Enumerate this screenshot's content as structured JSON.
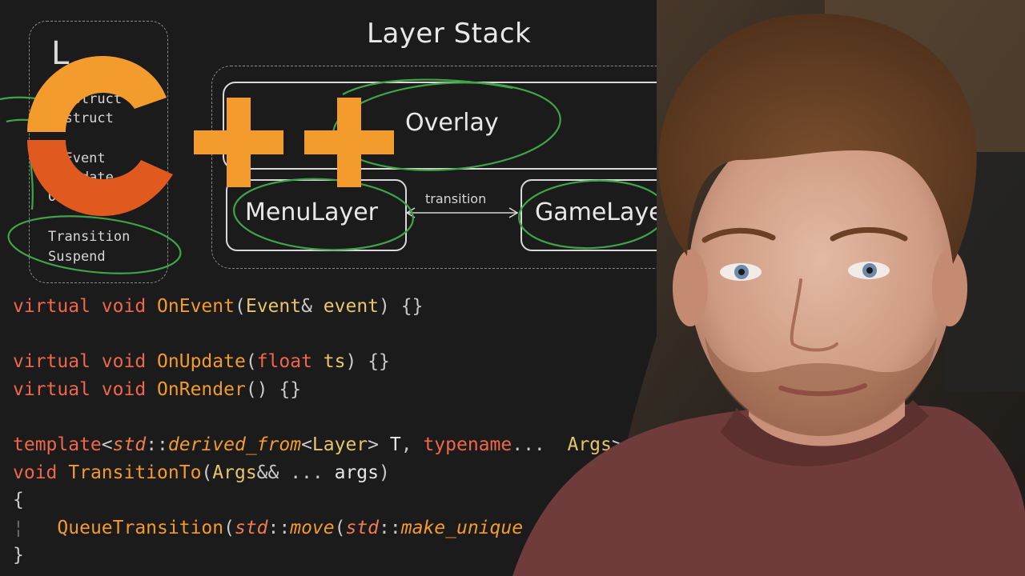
{
  "diagram": {
    "title": "Layer Stack",
    "panel_heading": "L",
    "methods": [
      "construct",
      "destruct",
      "OnEvent",
      "OnUpdate",
      "OnRender",
      "Transition",
      "Suspend"
    ],
    "overlay": "Overlay",
    "menu_layer": "MenuLayer",
    "game_layer": "GameLayer",
    "transition": "transition"
  },
  "logo": {
    "icon": "cpp-logo-icon",
    "colors": {
      "light": "#f39c2d",
      "dark": "#e05a1f"
    }
  },
  "code": {
    "l1": {
      "kw1": "virtual",
      "kw2": "void",
      "fn": "OnEvent",
      "p1": "(",
      "ty": "Event",
      "p2": "& ",
      "id": "event",
      "p3": ") {}"
    },
    "l3": {
      "kw1": "virtual",
      "kw2": "void",
      "fn": "OnUpdate",
      "p1": "(",
      "kw3": "float",
      "id": "ts",
      "p2": ") {}"
    },
    "l4": {
      "kw1": "virtual",
      "kw2": "void",
      "fn": "OnRender",
      "p1": "() {}"
    },
    "l6": {
      "kw1": "template",
      "p1": "<",
      "ns": "std",
      "p2": "::",
      "it": "derived_from",
      "p3": "<",
      "ty": "Layer",
      "p4": "> ",
      "id": "T",
      "p5": ", ",
      "kw2": "typename",
      "p6": "... ",
      "ty2": "Args",
      "p7": ">"
    },
    "l7": {
      "kw1": "void",
      "fn": "TransitionTo",
      "p1": "(",
      "ty": "Args",
      "p2": "&& ... ",
      "id": "args",
      "p3": ")"
    },
    "l8": {
      "p1": "{"
    },
    "l9": {
      "guide": "¦",
      "fn": "QueueTransition",
      "p1": "(",
      "ns": "std",
      "p2": "::",
      "it": "move",
      "p3": "(",
      "ns2": "std",
      "p4": "::",
      "it2": "make_unique"
    },
    "l10": {
      "p1": "}"
    }
  },
  "colors": {
    "background": "#1b1b1c",
    "keyword": "#f0664a",
    "function": "#f39a2e",
    "type": "#e8c46a",
    "highlight": "#3fa447"
  }
}
